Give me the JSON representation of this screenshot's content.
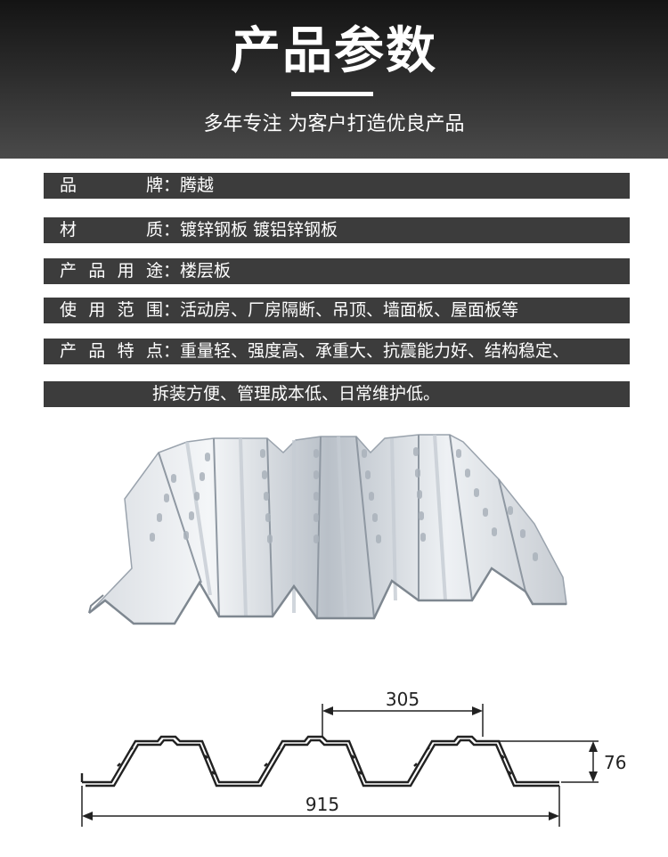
{
  "header": {
    "title": "产品参数",
    "subtitle": "多年专注 为客户打造优良产品"
  },
  "specs": [
    {
      "label_chars": [
        "品",
        "牌"
      ],
      "colon": "：",
      "value": "腾越"
    },
    {
      "label_chars": [
        "材",
        "质"
      ],
      "colon": "：",
      "value": "镀锌钢板 镀铝锌钢板"
    },
    {
      "label_chars": [
        "产",
        "品",
        "用",
        "途"
      ],
      "colon": "：",
      "value": "楼层板"
    },
    {
      "label_chars": [
        "使",
        "用",
        "范",
        "围"
      ],
      "colon": "：",
      "value": "活动房、厂房隔断、吊顶、墙面板、屋面板等"
    },
    {
      "label_chars": [
        "产",
        "品",
        "特",
        "点"
      ],
      "colon": "：",
      "value": "重量轻、强度高、承重大、抗震能力好、结构稳定、"
    },
    {
      "value": "拆装方便、管理成本低、日常维护低。"
    }
  ],
  "diagram": {
    "pitch_label": "305",
    "height_label": "76",
    "width_label": "915"
  },
  "colors": {
    "header_dark": "#141414",
    "row_bg": "#3c3c3c",
    "text_light": "#ffffff",
    "line": "#222222"
  }
}
